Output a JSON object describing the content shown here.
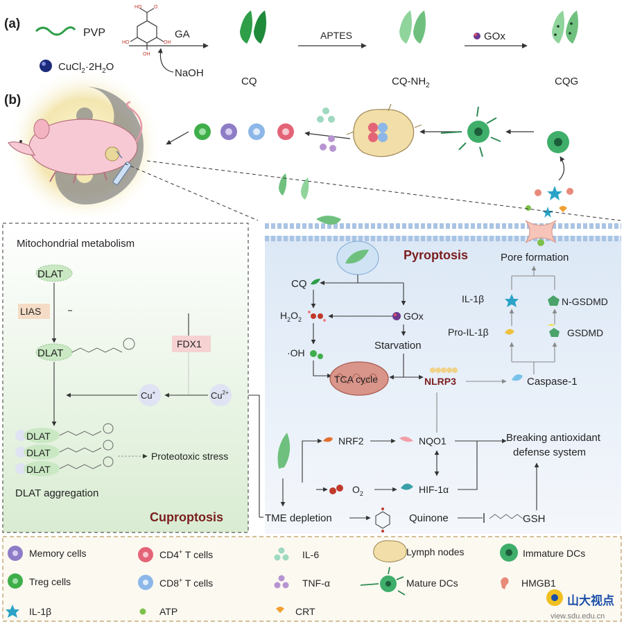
{
  "panel_a": {
    "label": "(a)",
    "pvp": "PVP",
    "cucl2": "CuCl",
    "cucl2_sub": "2",
    "cucl2_rest": "·2H",
    "cucl2_sub2": "2",
    "cucl2_end": "O",
    "ga": "GA",
    "naoh": "NaOH",
    "oh": "OH",
    "ho": "HO",
    "cq": "CQ",
    "aptes": "APTES",
    "cq_nh2": "CQ-NH",
    "cq_nh2_sub": "2",
    "gox": "GOx",
    "cqg": "CQG"
  },
  "panel_b": {
    "label": "(b)",
    "pyroptosis": "Pyroptosis",
    "pore_formation": "Pore formation",
    "cq": "CQ",
    "h2o2": "H",
    "h2o2_sub": "2",
    "h2o2_mid": "O",
    "h2o2_sub2": "2",
    "gox": "GOx",
    "starvation": "Starvation",
    "oh_radical": "·OH",
    "tca_cycle": "TCA cycle",
    "nlrp3": "NLRP3",
    "caspase1": "Caspase-1",
    "il1b": "IL-1β",
    "pro_il1b": "Pro-IL-1β",
    "n_gsdmd": "N-GSDMD",
    "gsdmd": "GSDMD",
    "nrf2": "NRF2",
    "nqo1": "NQO1",
    "breaking_1": "Breaking antioxidant",
    "breaking_2": "defense system",
    "o2": "O",
    "o2_sub": "2",
    "hif1a": "HIF-1α",
    "tme_depletion": "TME depletion",
    "quinone": "Quinone",
    "gsh": "GSH"
  },
  "cuproptosis": {
    "mito_title": "Mitochondrial metabolism",
    "dlat": "DLAT",
    "lias": "LIAS",
    "fdx1": "FDX1",
    "cu_plus": "Cu",
    "cu_plus_sup": "+",
    "cu_2plus": "Cu",
    "cu_2plus_sup": "2+",
    "proteotoxic": "Proteotoxic stress",
    "dlat_aggregation": "DLAT aggregation",
    "title": "Cuproptosis"
  },
  "legend": {
    "memory_cells": "Memory cells",
    "cd4": "CD4",
    "cd4_rest": " T cells",
    "il6": "IL-6",
    "lymph_nodes": "Lymph nodes",
    "immature_dcs": "Immature DCs",
    "treg_cells": "Treg cells",
    "cd8": "CD8",
    "cd8_rest": " T cells",
    "tnfa": "TNF-α",
    "mature_dcs": "Mature DCs",
    "hmgb1": "HMGB1",
    "il1b": "IL-1β",
    "atp": "ATP",
    "crt": "CRT",
    "plus": "+"
  },
  "watermark": {
    "cn": "山大视点",
    "url": "view.sdu.edu.cn"
  },
  "colors": {
    "leaf_green": "#2e9e48",
    "leaf_light": "#9ed9a8",
    "dark_red": "#7a1e1e",
    "legend_border": "#b89b5e",
    "cupro_bg": "#eaf4e4",
    "pyro_bg": "#e6eef8",
    "membrane": "#a9c4e4"
  }
}
